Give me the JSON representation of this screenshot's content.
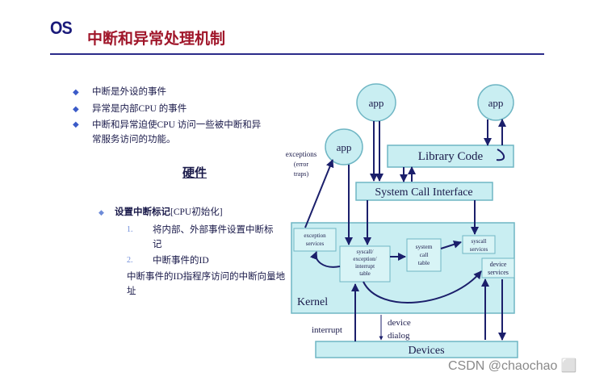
{
  "header": {
    "logo_text": "OS",
    "title": "中断和异常处理机制"
  },
  "bullets": [
    "中断是外设的事件",
    "异常是内部CPU 的事件",
    "中断和异常迫使CPU 访问一些被中断和异常服务访问的功能。"
  ],
  "hardware": {
    "heading": "硬件",
    "subtitle_main": "设置中断标记",
    "subtitle_note": "[CPU初始化]",
    "items": [
      {
        "num": "1.",
        "text": "将内部、外部事件设置中断标记"
      },
      {
        "num": "2.",
        "text": "中断事件的ID"
      }
    ],
    "note": "中断事件的ID指程序访问的中断向量地址"
  },
  "diagram": {
    "app_labels": [
      "app",
      "app",
      "app"
    ],
    "library_code": "Library Code",
    "system_call_interface": "System Call Interface",
    "exceptions_label": "exceptions",
    "exceptions_sub1": "(error",
    "exceptions_sub2": "traps)",
    "exception_services_1": "exception",
    "exception_services_2": "services",
    "table_1": "syscall/",
    "table_2": "exception/",
    "table_3": "interrupt",
    "table_4": "table",
    "system_call_table_1": "system",
    "system_call_table_2": "call",
    "system_call_table_3": "table",
    "syscall_services_1": "syscall",
    "syscall_services_2": "services",
    "device_services_1": "device",
    "device_services_2": "services",
    "kernel": "Kernel",
    "interrupt": "interrupt",
    "device_dialog_1": "device",
    "device_dialog_2": "dialog",
    "devices": "Devices",
    "colors": {
      "box_fill": "#c9eef2",
      "box_stroke": "#6fb6c4",
      "arrow": "#1b1f6b"
    }
  },
  "watermark": "CSDN @chaochao ⬜"
}
